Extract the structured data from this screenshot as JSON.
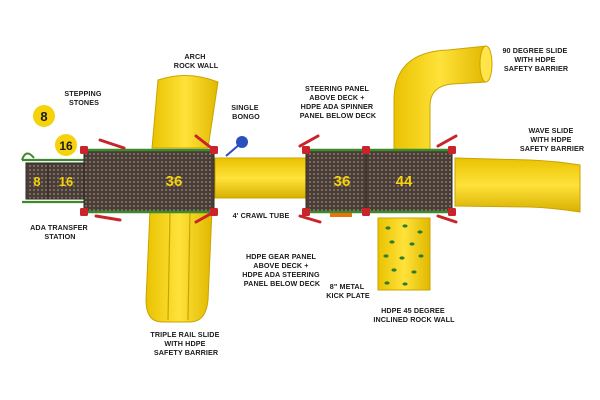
{
  "colors": {
    "yellow": "#f5d20a",
    "yellow_dark": "#d9b300",
    "deck_brown": "#4a3d36",
    "green": "#3d8a2c",
    "red": "#c8242a",
    "blue": "#2b4fbd",
    "orange": "#e8730c"
  },
  "deck_numbers": {
    "step_8": "8",
    "step_16": "16",
    "deck_36_left": "36",
    "deck_36_right": "36",
    "deck_44": "44"
  },
  "stepping_stones": {
    "stone_8": "8",
    "stone_16": "16"
  },
  "labels": {
    "stepping_stones": [
      "STEPPING",
      "STONES"
    ],
    "arch_rock_wall": [
      "ARCH",
      "ROCK WALL"
    ],
    "single_bongo": [
      "SINGLE",
      "BONGO"
    ],
    "steering_panel": [
      "STEERING PANEL",
      "ABOVE DECK +",
      "HDPE ADA SPINNER",
      "PANEL BELOW DECK"
    ],
    "slide_90": [
      "90 DEGREE SLIDE",
      "WITH HDPE",
      "SAFETY BARRIER"
    ],
    "wave_slide": [
      "WAVE SLIDE",
      "WITH HDPE",
      "SAFETY BARRIER"
    ],
    "ada_transfer": [
      "ADA TRANSFER",
      "STATION"
    ],
    "crawl_tube": [
      "4' CRAWL TUBE"
    ],
    "gear_panel": [
      "HDPE GEAR PANEL",
      "ABOVE DECK +",
      "HDPE ADA STEERING",
      "PANEL BELOW DECK"
    ],
    "kick_plate": [
      "8\" METAL",
      "KICK PLATE"
    ],
    "rock_wall_45": [
      "HDPE 45 DEGREE",
      "INCLINED ROCK WALL"
    ],
    "triple_slide": [
      "TRIPLE RAIL SLIDE",
      "WITH HDPE",
      "SAFETY BARRIER"
    ]
  }
}
